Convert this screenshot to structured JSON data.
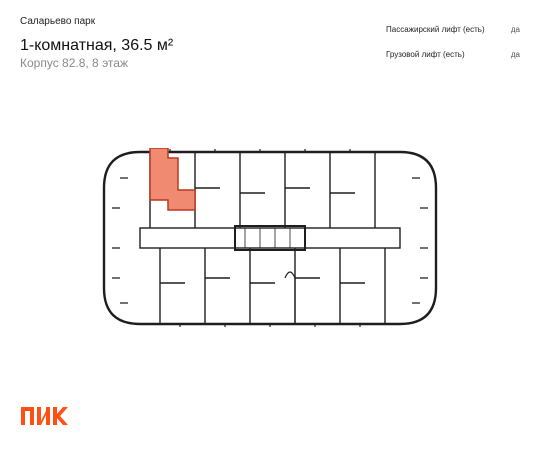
{
  "header": {
    "project": "Саларьево парк",
    "title": "1-комнатная, 36.5 м²",
    "subtitle": "Корпус 82.8, 8 этаж"
  },
  "features": [
    {
      "label": "Пассажирский лифт (есть)",
      "value": "да"
    },
    {
      "label": "Грузовой лифт (есть)",
      "value": "да"
    }
  ],
  "plan": {
    "highlight_color": "#f08a70",
    "wall_color": "#1e1e1e"
  },
  "brand": {
    "name": "ПИК",
    "color": "#ff4f12"
  }
}
